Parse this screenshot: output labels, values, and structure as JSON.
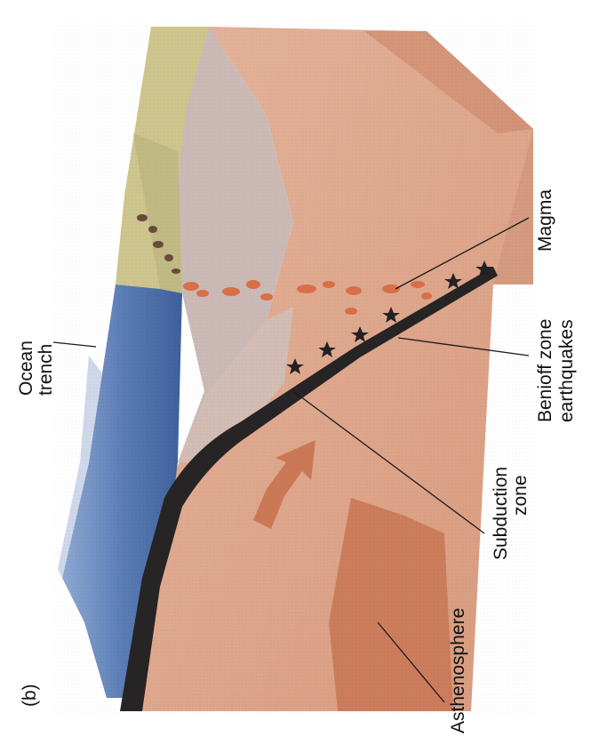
{
  "figure": {
    "panel_label": "(b)",
    "labels": {
      "ocean_trench_line1": "Ocean",
      "ocean_trench_line2": "trench",
      "magma": "Magma",
      "benioff_line1": "Benioff zone",
      "benioff_line2": "earthquakes",
      "subduction_line1": "Subduction",
      "subduction_line2": "zone",
      "asthenosphere": "Asthenosphere"
    },
    "colors": {
      "ocean": "#5d7fb4",
      "continental_crust": "#cdc48e",
      "lithosphere": "#cdb8b2",
      "mantle": "#dba58a",
      "asthenosphere_band": "#cf7e5b",
      "slab": "#262424",
      "magma": "#d96f47",
      "earthquake_star": "#222222"
    },
    "icons": {
      "earthquake": "star-icon",
      "magma": "droplet-blob",
      "mantle_flow": "arrow-icon"
    }
  }
}
